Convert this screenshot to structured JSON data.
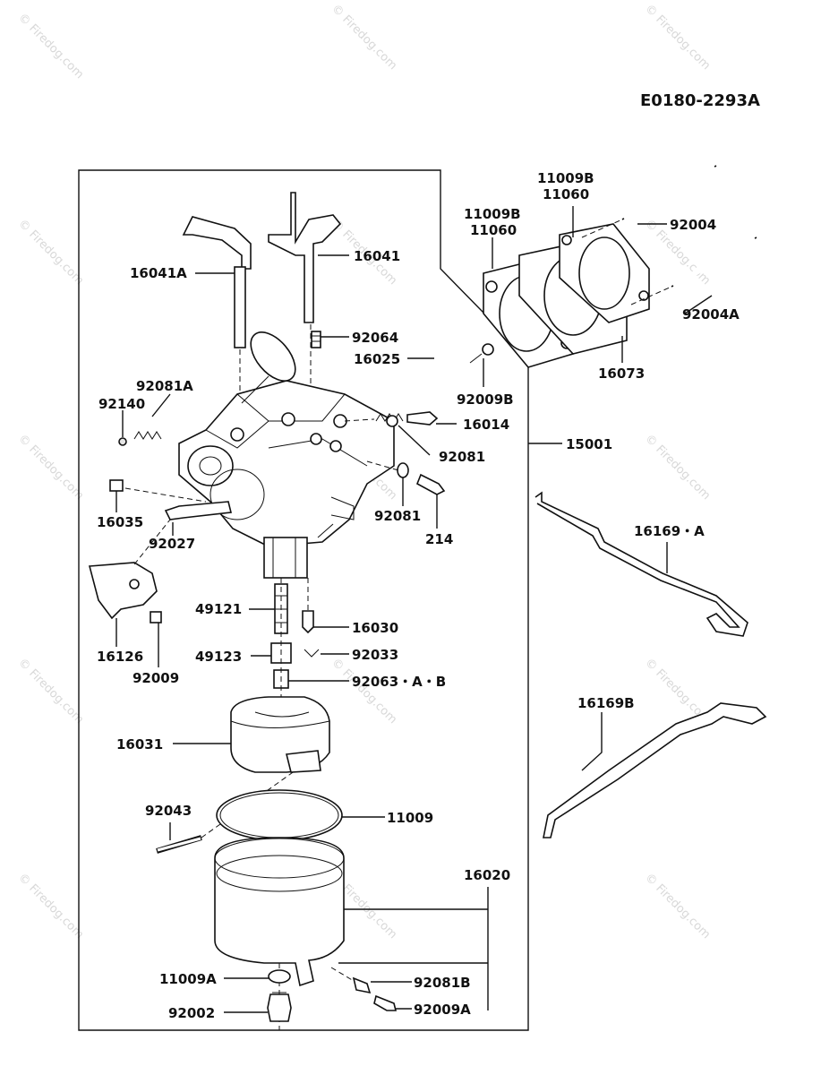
{
  "diagram_code": "E0180-2293A",
  "watermark_text": "© Firedog.com",
  "parts": [
    {
      "id": "p-11009b-r",
      "text": "11009B"
    },
    {
      "id": "p-11060-r",
      "text": "11060"
    },
    {
      "id": "p-11009b-l",
      "text": "11009B"
    },
    {
      "id": "p-11060-l",
      "text": "11060"
    },
    {
      "id": "p-92004",
      "text": "92004"
    },
    {
      "id": "p-92004a",
      "text": "92004A"
    },
    {
      "id": "p-16073",
      "text": "16073"
    },
    {
      "id": "p-16041a",
      "text": "16041A"
    },
    {
      "id": "p-16041",
      "text": "16041"
    },
    {
      "id": "p-92064",
      "text": "92064"
    },
    {
      "id": "p-16025",
      "text": "16025"
    },
    {
      "id": "p-92009b",
      "text": "92009B"
    },
    {
      "id": "p-92081a",
      "text": "92081A"
    },
    {
      "id": "p-92140",
      "text": "92140"
    },
    {
      "id": "p-16014",
      "text": "16014"
    },
    {
      "id": "p-15001",
      "text": "15001"
    },
    {
      "id": "p-92081",
      "text": "92081"
    },
    {
      "id": "p-16035",
      "text": "16035"
    },
    {
      "id": "p-92027",
      "text": "92027"
    },
    {
      "id": "p-92081-b",
      "text": "92081"
    },
    {
      "id": "p-214",
      "text": "214"
    },
    {
      "id": "p-16169a",
      "text": "16169・A"
    },
    {
      "id": "p-49121",
      "text": "49121"
    },
    {
      "id": "p-16030",
      "text": "16030"
    },
    {
      "id": "p-16126",
      "text": "16126"
    },
    {
      "id": "p-49123",
      "text": "49123"
    },
    {
      "id": "p-92033",
      "text": "92033"
    },
    {
      "id": "p-92009",
      "text": "92009"
    },
    {
      "id": "p-92063",
      "text": "92063・A・B"
    },
    {
      "id": "p-16169b",
      "text": "16169B"
    },
    {
      "id": "p-16031",
      "text": "16031"
    },
    {
      "id": "p-92043",
      "text": "92043"
    },
    {
      "id": "p-11009",
      "text": "11009"
    },
    {
      "id": "p-16020",
      "text": "16020"
    },
    {
      "id": "p-11009a",
      "text": "11009A"
    },
    {
      "id": "p-92081b",
      "text": "92081B"
    },
    {
      "id": "p-92002",
      "text": "92002"
    },
    {
      "id": "p-92009a",
      "text": "92009A"
    }
  ]
}
